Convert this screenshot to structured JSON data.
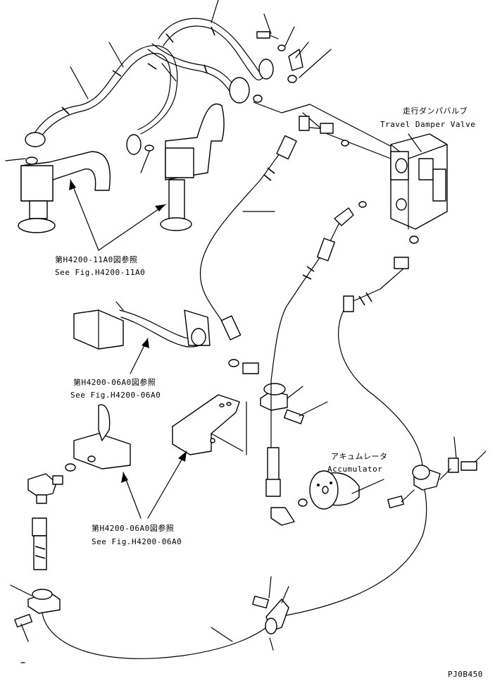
{
  "labels": {
    "damper_jp": "走行ダンパバルブ",
    "damper_en": "Travel Damper Valve",
    "ref1_jp": "第H4200-11A0図参照",
    "ref1_en": "See Fig.H4200-11A0",
    "ref2_jp": "第H4200-06A0図参照",
    "ref2_en": "See Fig.H4200-06A0",
    "ref3_jp": "第H4200-06A0図参照",
    "ref3_en": "See Fig.H4200-06A0",
    "accum_jp": "アキュムレータ",
    "accum_en": "Accumulator",
    "drawing_code": "PJ0B450"
  }
}
